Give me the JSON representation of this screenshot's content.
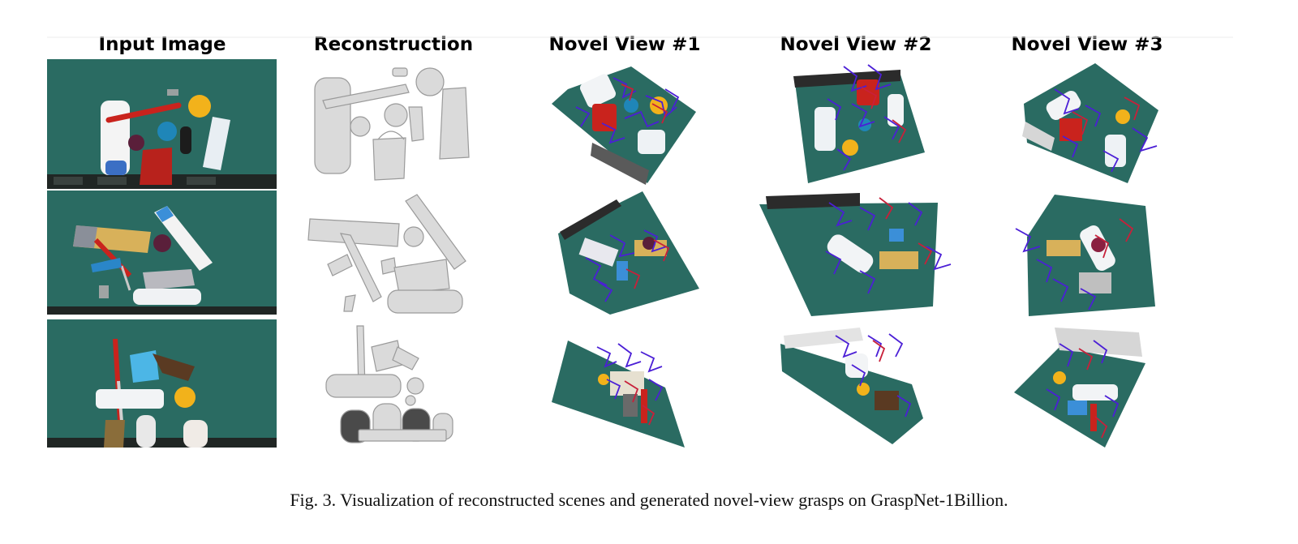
{
  "figure": {
    "column_titles": [
      "Input Image",
      "Reconstruction",
      "Novel View #1",
      "Novel View #2",
      "Novel View #3"
    ],
    "caption": "Fig. 3.  Visualization of reconstructed scenes and generated novel-view grasps on GraspNet-1Billion.",
    "colors": {
      "table_green": "#2a6b62",
      "mesh_gray": "#d9d9d9",
      "grasp_blue": "#4b1fd6",
      "grasp_red": "#c8203a",
      "object_red": "#c9231d",
      "object_yellow": "#f2b21b",
      "object_blue": "#3b8fd8"
    }
  }
}
